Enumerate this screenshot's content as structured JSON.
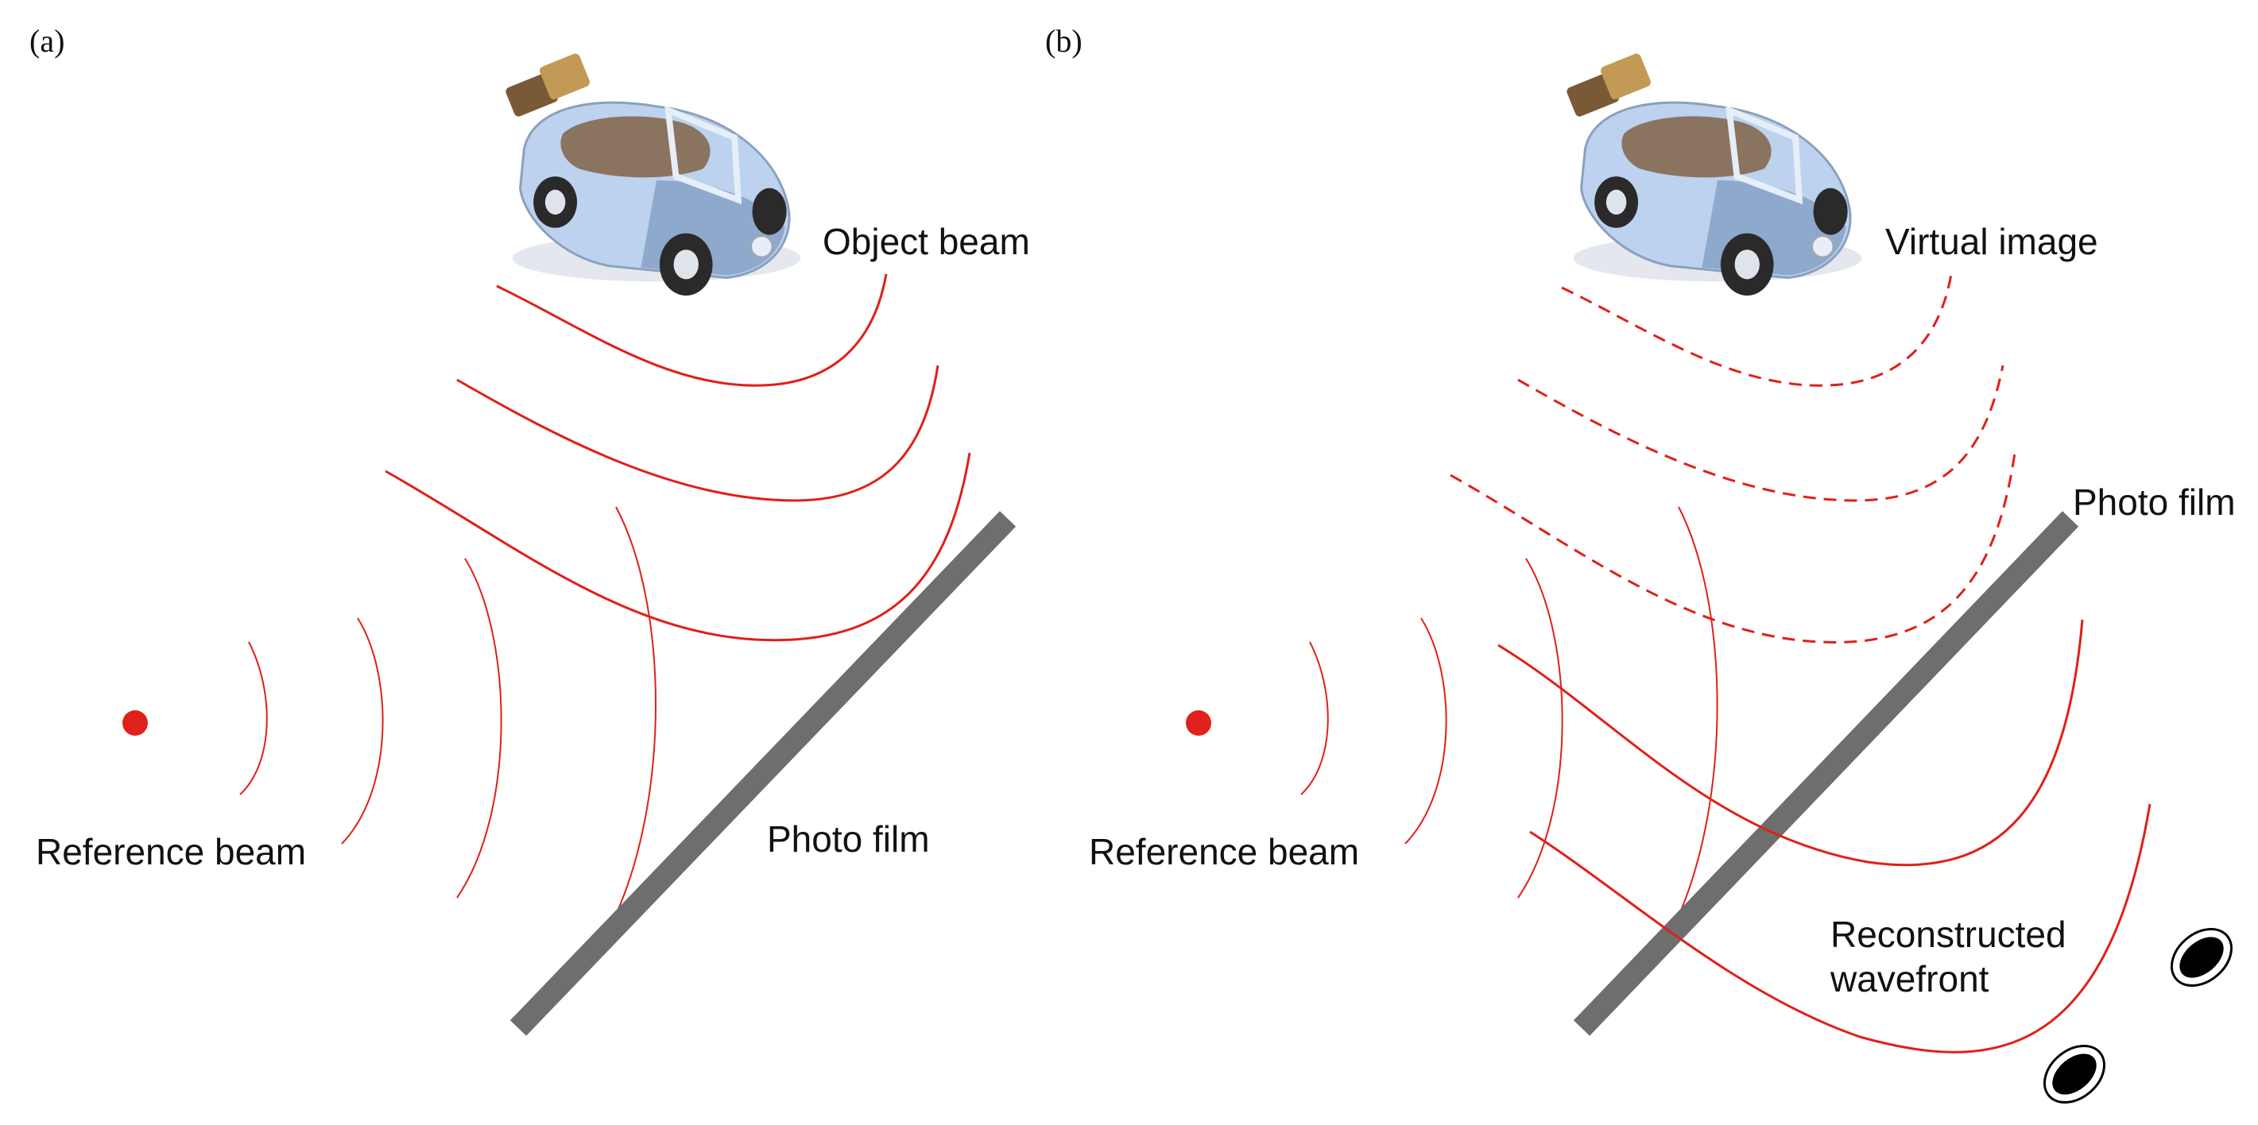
{
  "colors": {
    "beam": "#e0201a",
    "film": "#6e6e6e",
    "car_body": "#bcd2ee",
    "car_body_dark": "#8fa9cc",
    "tire": "#2a2a2a",
    "interior": "#8a7460",
    "luggage": "#a07a45",
    "eye": "#000000"
  },
  "panels": [
    {
      "label": "(a)",
      "object_beam_label": "Object beam",
      "film_label": "Photo film",
      "reference_label": "Reference beam",
      "car_icon": "convertible-car-icon",
      "source_icon": "point-source-icon"
    },
    {
      "label": "(b)",
      "virtual_image_label": "Virtual image",
      "film_label": "Photo film",
      "reference_label": "Reference beam",
      "reconstructed_label_line1": "Reconstructed",
      "reconstructed_label_line2": "wavefront",
      "car_icon": "convertible-car-icon",
      "source_icon": "point-source-icon",
      "eye_icon": "eye-icon"
    }
  ]
}
